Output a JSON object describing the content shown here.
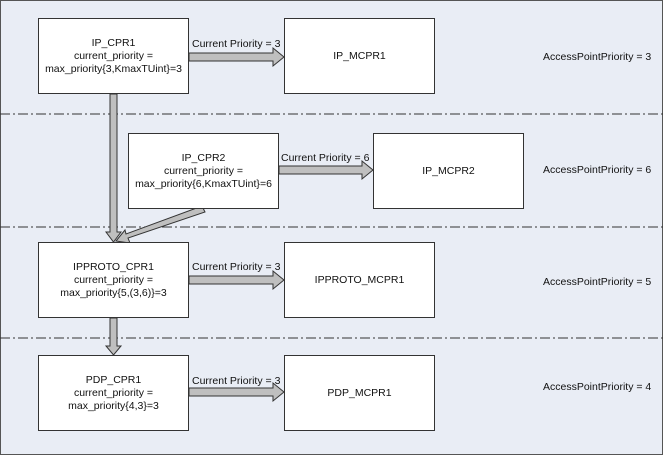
{
  "layers": [
    {
      "cpr": {
        "name": "IP_CPR1",
        "line2": "current_priority =",
        "line3": "max_priority{3,KmaxTUint}=3"
      },
      "arrow_label": "Current Priority = 3",
      "mcpr": "IP_MCPR1",
      "access_point": "AccessPointPriority = 3"
    },
    {
      "cpr": {
        "name": "IP_CPR2",
        "line2": "current_priority =",
        "line3": "max_priority{6,KmaxTUint}=6"
      },
      "arrow_label": "Current Priority = 6",
      "mcpr": "IP_MCPR2",
      "access_point": "AccessPointPriority = 6"
    },
    {
      "cpr": {
        "name": "IPPROTO_CPR1",
        "line2": "current_priority =",
        "line3": "max_priority{5,(3,6)}=3"
      },
      "arrow_label": "Current Priority = 3",
      "mcpr": "IPPROTO_MCPR1",
      "access_point": "AccessPointPriority = 5"
    },
    {
      "cpr": {
        "name": "PDP_CPR1",
        "line2": "current_priority =",
        "line3": "max_priority{4,3}=3"
      },
      "arrow_label": "Current Priority = 3",
      "mcpr": "PDP_MCPR1",
      "access_point": "AccessPointPriority = 4"
    }
  ],
  "colors": {
    "background": "#e9edf5",
    "box_fill": "#ffffff",
    "arrow_fill": "#bfbfbf",
    "border": "#333333"
  }
}
